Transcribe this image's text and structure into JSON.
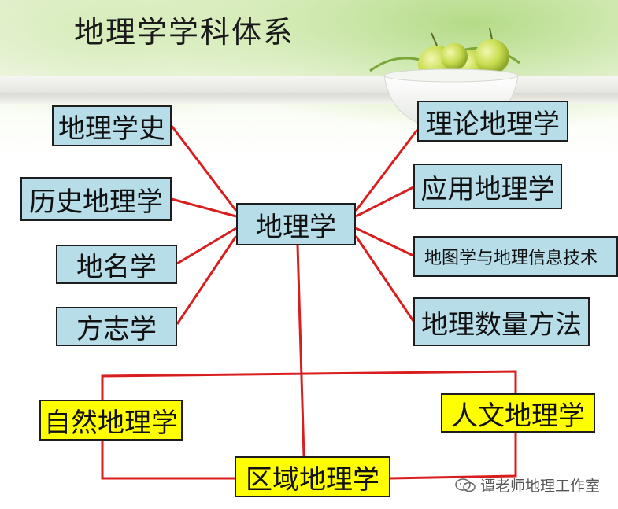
{
  "title": "地理学学科体系",
  "center": "地理学",
  "left_nodes": [
    "地理学史",
    "历史地理学",
    "地名学",
    "方志学"
  ],
  "right_nodes": [
    "理论地理学",
    "应用地理学",
    "地图学与地理信息技术",
    "地理数量方法"
  ],
  "bottom_nodes": {
    "natural": "自然地理学",
    "human": "人文地理学",
    "regional": "区域地理学"
  },
  "watermark": "谭老师地理工作室",
  "colors": {
    "node_fill": "#b7dde8",
    "highlight_fill": "#ffff00",
    "connector": "#d81e1e"
  },
  "icons": [
    "chat-bubble-icon"
  ]
}
